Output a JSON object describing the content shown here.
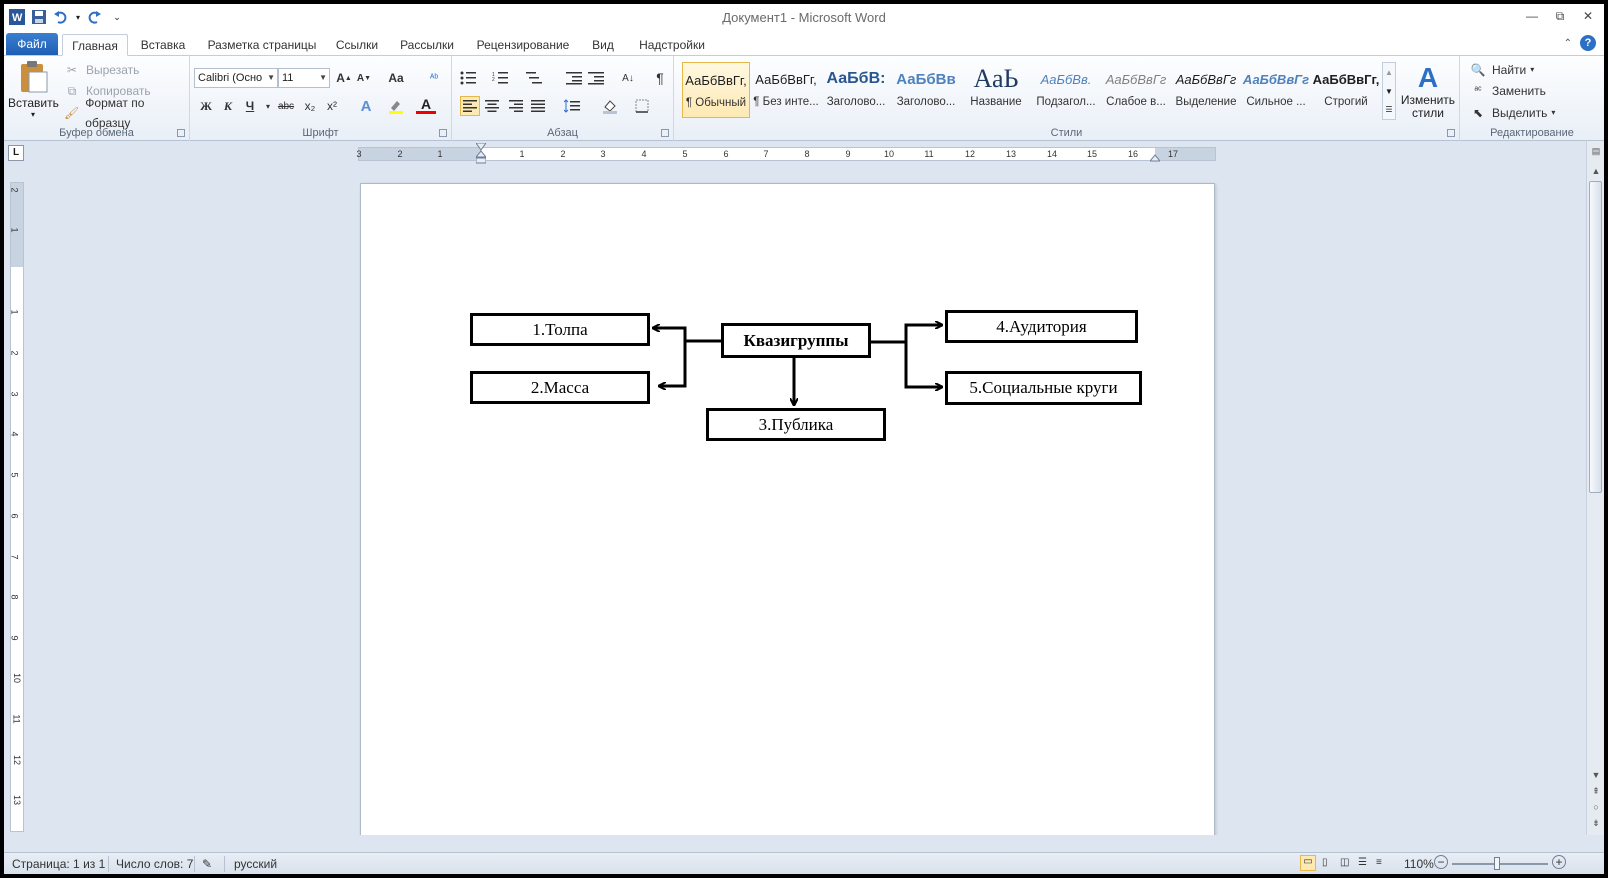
{
  "window": {
    "title": "Документ1  -  Microsoft Word",
    "controls": [
      "—",
      "⧉",
      "✕"
    ]
  },
  "tabs": {
    "file": "Файл",
    "items": [
      "Главная",
      "Вставка",
      "Разметка страницы",
      "Ссылки",
      "Рассылки",
      "Рецензирование",
      "Вид",
      "Надстройки"
    ]
  },
  "ribbon": {
    "clipboard": {
      "paste": "Вставить",
      "cut": "Вырезать",
      "copy": "Копировать",
      "format_painter": "Формат по образцу",
      "label": "Буфер обмена"
    },
    "font": {
      "name": "Calibri (Осно",
      "size": "11",
      "label": "Шрифт",
      "bold": "Ж",
      "italic": "К",
      "underline": "Ч",
      "strike": "abc",
      "subscript": "x₂",
      "superscript": "x²",
      "change_case": "Aa"
    },
    "paragraph": {
      "label": "Абзац"
    },
    "styles": {
      "label": "Стили",
      "items": [
        {
          "preview": "АаБбВвГг,",
          "name": "¶ Обычный"
        },
        {
          "preview": "АаБбВвГг,",
          "name": "¶ Без инте..."
        },
        {
          "preview": "АаБбВ:",
          "name": "Заголово..."
        },
        {
          "preview": "АаБбВв",
          "name": "Заголово..."
        },
        {
          "preview": "АаЬ",
          "name": "Название"
        },
        {
          "preview": "АаБбВв.",
          "name": "Подзагол..."
        },
        {
          "preview": "АаБбВвГг",
          "name": "Слабое в..."
        },
        {
          "preview": "АаБбВвГг",
          "name": "Выделение"
        },
        {
          "preview": "АаБбВвГг",
          "name": "Сильное ..."
        },
        {
          "preview": "АаБбВвГг,",
          "name": "Строгий"
        }
      ],
      "change_styles": "Изменить стили"
    },
    "editing": {
      "label": "Редактирование",
      "find": "Найти",
      "replace": "Заменить",
      "select": "Выделить"
    }
  },
  "ruler": {
    "h_ticks": [
      "3",
      "2",
      "1",
      "1",
      "2",
      "3",
      "4",
      "5",
      "6",
      "7",
      "8",
      "9",
      "10",
      "11",
      "12",
      "13",
      "14",
      "15",
      "16",
      "17"
    ],
    "v_ticks": [
      "2",
      "1",
      "1",
      "2",
      "3",
      "4",
      "5",
      "6",
      "7",
      "8",
      "9",
      "10",
      "11",
      "12",
      "13"
    ]
  },
  "diagram": {
    "center": "Квазигруппы",
    "n1": "1.Толпа",
    "n2": "2.Масса",
    "n3": "3.Публика",
    "n4": "4.Аудитория",
    "n5": "5.Социальные круги"
  },
  "status": {
    "page": "Страница: 1 из 1",
    "words": "Число слов: 7",
    "lang": "русский",
    "zoom": "110%"
  }
}
